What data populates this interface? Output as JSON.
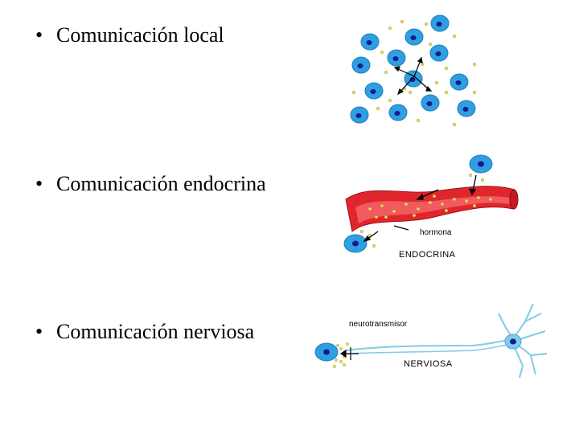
{
  "bullets": [
    {
      "bullet": "•",
      "text": "Comunicación local"
    },
    {
      "bullet": "•",
      "text": "Comunicación endocrina"
    },
    {
      "bullet": "•",
      "text": "Comunicación nerviosa"
    }
  ],
  "figures": {
    "endocrine": {
      "label_hormone": "hormona",
      "caption": "ENDOCRINA"
    },
    "nervous": {
      "label_neurotransmitter": "neurotransmisor",
      "caption": "NERVIOSA"
    }
  },
  "colors": {
    "cell": "#2e9fe0",
    "nucleus": "#1a1a8c",
    "vessel": "#e0262c",
    "vessel_inner": "#f15a5e",
    "molecule": "#e8dc6a",
    "neuron": "#7fcbe8"
  }
}
